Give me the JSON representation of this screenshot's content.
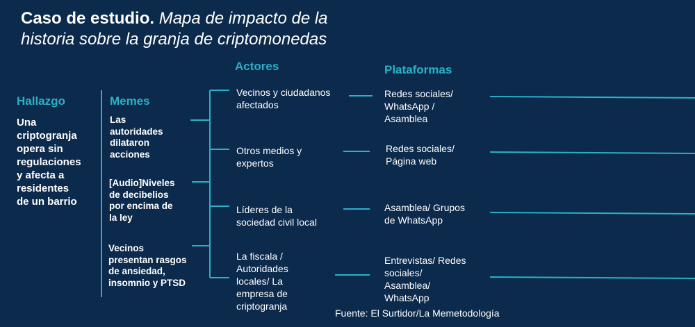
{
  "title": {
    "bold": "Caso de estudio.",
    "italic_1": "Mapa de impacto de la",
    "italic_2": "historia sobre la granja de criptomonedas"
  },
  "headers": {
    "hallazgo": "Hallazgo",
    "memes": "Memes",
    "actores": "Actores",
    "plataformas": "Plataformas"
  },
  "hallazgo": [
    "Una",
    "criptogranja",
    "opera sin",
    "regulaciones",
    "y afecta a",
    "residentes",
    "de un barrio"
  ],
  "memes": [
    [
      "Las",
      "autoridades",
      "dilataron",
      "acciones"
    ],
    [
      "[Audio]Niveles",
      "de decibelios",
      "por encima de",
      "la ley"
    ],
    [
      "Vecinos",
      "presentan rasgos",
      "de ansiedad,",
      "insomnio y PTSD"
    ]
  ],
  "actores": [
    [
      "Vecinos y ciudadanos",
      "afectados"
    ],
    [
      "Otros medios y",
      "expertos"
    ],
    [
      "Líderes de la",
      "sociedad civil local"
    ],
    [
      "La fiscala /",
      "Autoridades",
      "locales/ La",
      "empresa de",
      "criptogranja"
    ]
  ],
  "plataformas": [
    [
      "Redes sociales/",
      "WhatsApp /",
      "Asamblea"
    ],
    [
      "Redes sociales/",
      "Página web"
    ],
    [
      "Asamblea/ Grupos",
      "de WhatsApp"
    ],
    [
      "Entrevistas/ Redes",
      "sociales/",
      "Asamblea/",
      "WhatsApp"
    ]
  ],
  "source": "Fuente: El Surtidor/La Memetodología",
  "colors": {
    "background": "#0c2a4c",
    "accent": "#2bb0c8",
    "text": "#ffffff"
  }
}
